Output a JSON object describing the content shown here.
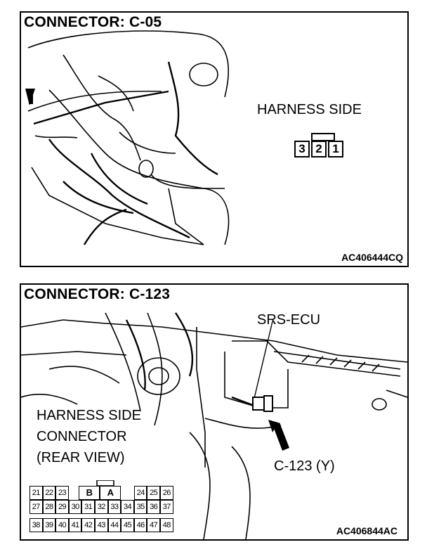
{
  "panel1": {
    "title": "CONNECTOR: C-05",
    "harness_label": "HARNESS SIDE",
    "pins": [
      "3",
      "2",
      "1"
    ],
    "code": "AC406444CQ"
  },
  "panel2": {
    "title": "CONNECTOR: C-123",
    "srs_label": "SRS-ECU",
    "harness_lines": [
      "HARNESS SIDE",
      "CONNECTOR",
      "(REAR VIEW)"
    ],
    "connector_label": "C-123 (Y)",
    "code": "AC406844AC",
    "grid": {
      "row1": [
        "21",
        "22",
        "23",
        "B",
        "A",
        "24",
        "25",
        "26"
      ],
      "row2": [
        "27",
        "28",
        "29",
        "30",
        "31",
        "32",
        "33",
        "34",
        "35",
        "36",
        "37"
      ],
      "row3": [
        "38",
        "39",
        "40",
        "41",
        "42",
        "43",
        "44",
        "45",
        "46",
        "47",
        "48"
      ]
    }
  }
}
